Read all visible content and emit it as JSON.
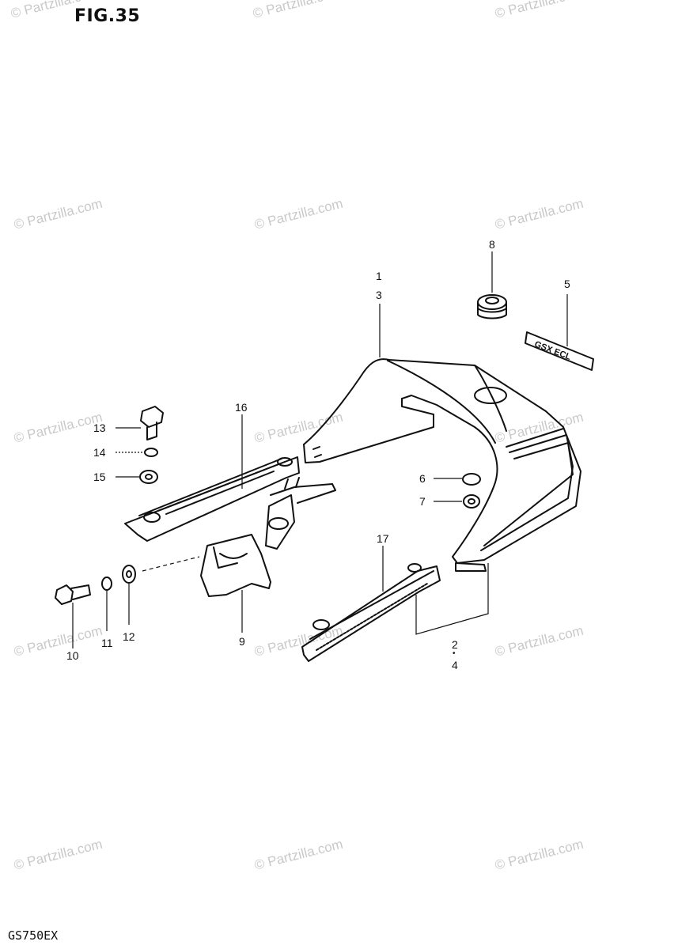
{
  "figure": {
    "title": "FIG.35",
    "model_code": "GS750EX"
  },
  "watermark": {
    "text": "© Partzilla.com",
    "color": "#c9c9c9"
  },
  "callouts": {
    "c1": "1",
    "c3": "3",
    "c2": "2",
    "c4": "4",
    "c5": "5",
    "c6": "6",
    "c7": "7",
    "c8": "8",
    "c9": "9",
    "c10": "10",
    "c11": "11",
    "c12": "12",
    "c13": "13",
    "c14": "14",
    "c15": "15",
    "c16": "16",
    "c17": "17",
    "dot": "•"
  },
  "parts": {
    "emblem_text": "GSX ECL"
  }
}
